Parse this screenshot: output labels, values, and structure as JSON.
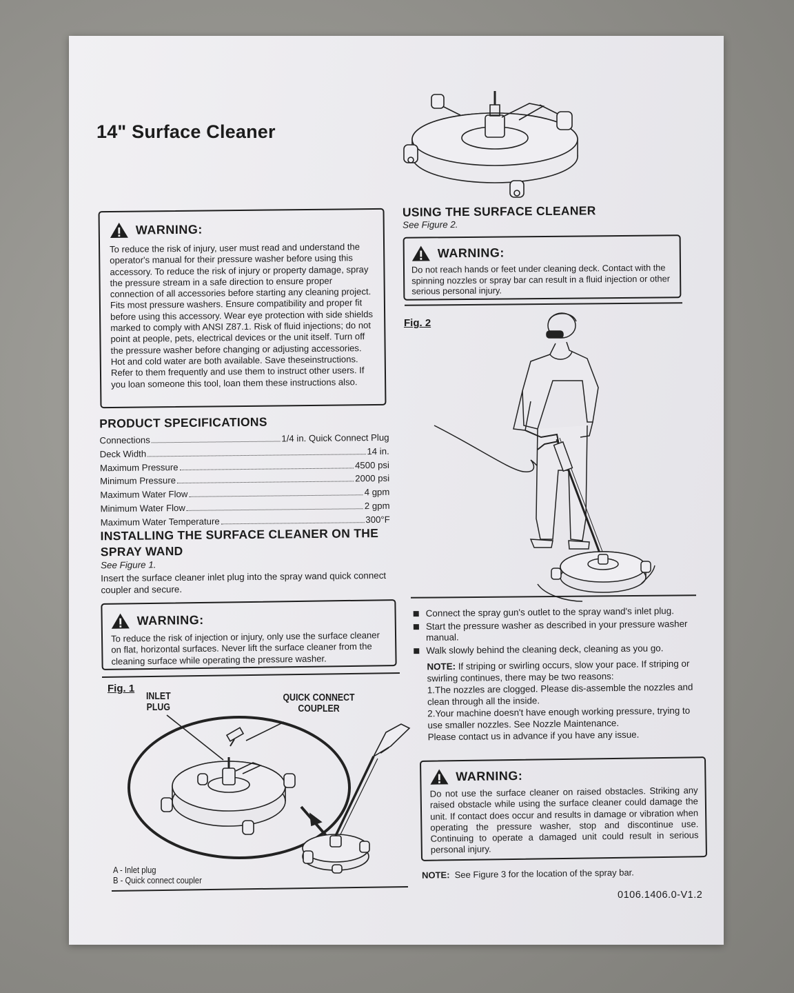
{
  "title": "14\" Surface Cleaner",
  "warning_label": "WARNING:",
  "warning1": {
    "text": "To reduce the risk of injury, user must read and understand the operator's manual for their pressure washer before using this accessory. To reduce the risk of injury or property damage, spray the pressure stream in a safe direction to ensure proper connection of all accessories before starting any cleaning project. Fits most pressure washers. Ensure compatibility and proper fit before using this accessory. Wear eye protection with side shields marked to comply with ANSI Z87.1. Risk of fluid injections; do not point at people, pets, electrical devices or the unit itself. Turn off the pressure washer before changing or adjusting accessories. Hot and cold water are both available. Save theseinstructions. Refer to them frequently and use them to instruct other users. If you loan someone this tool, loan them these instructions also."
  },
  "specs": {
    "heading": "PRODUCT SPECIFICATIONS",
    "rows": [
      {
        "label": "Connections",
        "value": "1/4 in. Quick Connect Plug"
      },
      {
        "label": "Deck Width",
        "value": "14 in."
      },
      {
        "label": "Maximum Pressure",
        "value": "4500 psi"
      },
      {
        "label": "Minimum Pressure",
        "value": "2000 psi"
      },
      {
        "label": "Maximum Water Flow",
        "value": "4 gpm"
      },
      {
        "label": "Minimum Water Flow",
        "value": "2 gpm"
      },
      {
        "label": "Maximum Water Temperature",
        "value": "300°F"
      }
    ]
  },
  "installing": {
    "heading": "INSTALLING THE SURFACE CLEANER ON THE SPRAY WAND",
    "see": "See Figure 1.",
    "body": "Insert the surface cleaner inlet plug into the spray wand quick connect coupler and secure."
  },
  "warning2": {
    "text": "To reduce the risk of injection or injury, only use the surface cleaner on flat, horizontal surfaces. Never lift the surface cleaner from the cleaning surface while operating the pressure washer."
  },
  "fig1": {
    "label": "Fig. 1",
    "callout_inlet": "INLET PLUG",
    "callout_coupler": "QUICK CONNECT COUPLER",
    "legend_a": "A - Inlet plug",
    "legend_b": "B - Quick connect coupler"
  },
  "using": {
    "heading": "USING THE SURFACE CLEANER",
    "see": "See Figure 2."
  },
  "warning3": {
    "text": "Do not reach hands or feet under cleaning deck. Contact with the spinning nozzles or spray bar can result in a fluid injection or other serious personal injury."
  },
  "fig2": {
    "label": "Fig. 2"
  },
  "steps": [
    "Connect the spray gun's outlet to the spray wand's inlet plug.",
    "Start the pressure washer as described in your pressure washer manual.",
    "Walk slowly behind the cleaning deck, cleaning as you go."
  ],
  "note1": {
    "label": "NOTE:",
    "lines": [
      "If striping or swirling occurs, slow your pace. If striping or swirling continues, there may be two reasons:",
      "1.The nozzles are clogged. Please dis-assemble the nozzles and clean through all the inside.",
      "2.Your machine doesn't have enough working pressure, trying to use smaller nozzles. See Nozzle Maintenance.",
      "Please contact us in advance if you have any issue."
    ]
  },
  "warning4": {
    "text": "Do not use the surface cleaner on raised obstacles. Striking any raised obstacle while using the surface cleaner could damage the unit. If contact does occur and results in damage or vibration when operating the pressure washer, stop and discontinue use. Continuing to operate a damaged unit could result in serious personal injury."
  },
  "note2": {
    "label": "NOTE:",
    "text": "See Figure 3 for the location of the spray bar."
  },
  "doc_code": "0106.1406.0-V1.2"
}
